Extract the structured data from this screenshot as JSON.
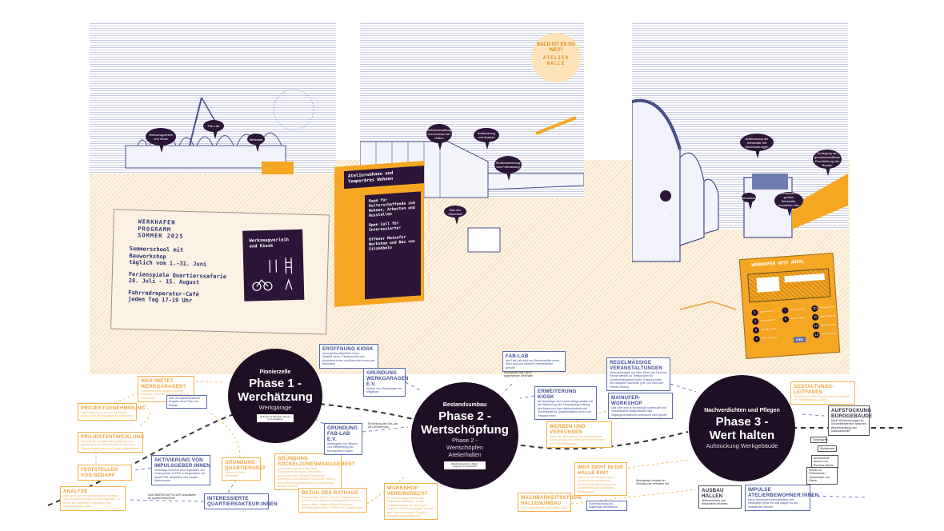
{
  "illustrations": {
    "panel1": {
      "bubbles": [
        "Werkzeugverleih und Kiosk",
        "Fab Lab",
        "Werkstatt"
      ],
      "poster": {
        "heading": [
          "WERKHAFEN",
          "PROGRAMM",
          "SOMMER 2025"
        ],
        "items": [
          "Summerschool mit",
          "Bauworkshop",
          "täglich vom 1.-31. Juni",
          "Ferienspiele Quartierssafarie",
          "28. Juli - 15. August",
          "Fahrradreperatur-Café",
          "jeden Tag 17-19 Uhr"
        ]
      },
      "flyer": {
        "title": "Werkzeugverleih und Kiosk"
      }
    },
    "panel2": {
      "bubbles": [
        "Selbstverwaltung und Ausbau der Hallen",
        "Aufstockung und Ausbau",
        "Straßenbelebung und Fahrradweg",
        "Bau der Sitzmöbel"
      ],
      "balloon": {
        "small": "BALD IST ES SO WEIT!",
        "big": "ATELIER HALLE"
      },
      "sign": {
        "title": "Atelierwohnen und Temporäres Wohnen",
        "lines": [
          "Raum für Kulturschaffende zum Wohnen, Arbeiten und Ausstellen",
          "Open Call für Interessierte!",
          "Offener Mainufer Workshop und Bau von Sitzmöbeln"
        ]
      }
    },
    "panel3": {
      "bubbles": [
        "Aufstockung der Werkhalle mit Wohnnutzungen",
        "Umlegung am gemeinschaftliche Erschließung der Bauten",
        "Wohnküche",
        "Wohnraum im großen Werkhalle, Ausstellen des Fab Labs"
      ],
      "hall_number": "8",
      "map": {
        "title": "WERKHAFEN WEST AREAL",
        "numbers": [
          "1",
          "2",
          "3",
          "4",
          "7",
          "6",
          "10",
          "11",
          "12",
          "13"
        ],
        "free_label": "FREI"
      }
    }
  },
  "phases": [
    {
      "kicker": "Pionierzelle",
      "title": "Phase 1 - Werchätzung",
      "subtitle": "Werkgarage",
      "tag": "Zeitbedarf für Baustelle / Akteure und Formationen"
    },
    {
      "kicker": "Bestandsumbau",
      "title": "Phase 2 - Wertschöpfung",
      "subtitle": "Phase 2 - Wertschöpfen Atelierhallen",
      "tag": "öffentlichkeitsarbeit zu Zielen / Vergaben der Atelierhallen"
    },
    {
      "kicker": "Nachverdichten und Pflegen",
      "title": "Phase 3 - Wert halten",
      "subtitle": "Aufstockung Werkgebäude",
      "tag": ""
    }
  ],
  "boxes": [
    {
      "id": "wer-mietet",
      "variant": "orange",
      "title": "Wer mietet Werkgaragen?",
      "text": "Quartierrat kommuniziert Bedarfe, Anfragen, sammelt Bewerbungen und entscheidet"
    },
    {
      "id": "start-vergabe",
      "variant": "blue small",
      "title": "",
      "text": "Start mit quartiersinternen Vergabe durch Flyer und Plakate"
    },
    {
      "id": "projektgenehmigung",
      "variant": "orange",
      "title": "Projektgenehmigung",
      "text": "Das Projekt wird von den relevanten Ämtern und der Eigentümerin genehmigt"
    },
    {
      "id": "projektentwicklung",
      "variant": "orange",
      "title": "Projektentwicklung",
      "text": "Das Ziel des Projekts wird festgelegt und gemeinsam mit externen Akteur:innen und Trägerschaften wird das Projekt ausgestaltet"
    },
    {
      "id": "feststellen",
      "variant": "orange",
      "title": "Feststellen von Bedarf",
      "text": ""
    },
    {
      "id": "analyse",
      "variant": "orange",
      "title": "Analyse",
      "text": "aufbauend auf der städtebaulichen Analyse und den Anforderungen aus Befragungen, in denen die zukünftige Entwicklung des Quartiers erfasst wird"
    },
    {
      "id": "aktivierung",
      "variant": "blue",
      "title": "Aktivierung von Impulsgeber:innen",
      "text": "Workshop-Sommer wird organisiert von Hochschulen in FFM in Kooperation mit Stadt FFM, Stadtlabor und lokalen Akteur:innen"
    },
    {
      "id": "quartiersrat",
      "variant": "orange",
      "title": "Gründung Quartiersrat",
      "text": "Treffen im Café Werkhafen"
    },
    {
      "id": "akteure",
      "variant": "blue",
      "title": "Interessierte Quartiersakteur:innen",
      "text": ""
    },
    {
      "id": "sockelzone",
      "variant": "orange",
      "title": "Gründung Sockelzonenmanagement",
      "text": "Ausschreibung durch die Stadt, Zusammensetzung aus benannten Expert:innen der Bereiche Wirtschaft, Information und Soziales, Pädagogik, welche durch aktive Nachbarschaft und Quartiersrat beraten werden"
    },
    {
      "id": "rathaus",
      "variant": "orange",
      "title": "Bezug des Rathaus",
      "text": "Frei nutzbarer Raum, der von Privatpersonen, Vereinen und anderen Interessierten reserviert werden kann. Regelmäßiges Programm - gemeinsames offenes Treffen des Quartiersrats"
    },
    {
      "id": "kiosk",
      "variant": "blue",
      "title": "Eröffnung Kiosk",
      "text": "versorgt Berufsschüler:innen, Arbeiter:innen, Fitnessstudio und Anwohner:innen und Besucher:innen des Mainufers"
    },
    {
      "id": "werkgaragen-ev",
      "variant": "blue",
      "title": "Gründung Werkgaragen e.V.",
      "text": "Verleih von Werkzeugen an Mitglieder"
    },
    {
      "id": "fablab-ev",
      "variant": "blue",
      "title": "Gründung Fab-Lab e.V.",
      "text": "Weitergabe von Wissen und Hilfestellung bei technischen Fragen"
    },
    {
      "id": "vereinsrecht",
      "variant": "orange",
      "title": "Workshop Vereinsrecht",
      "text": "Es wird ein allgemeiner Input Workshop organisiert, in dem Grundstrukturen der Satzungen sowie für Vereine vorgestellt werden und Unterstützung bei Fragen in Anspruch genommen wird"
    },
    {
      "id": "fablab",
      "variant": "blue",
      "title": "Fab-Lab",
      "text": "das Fab-Lab wird von Berufsschüler:innen, Start-Ups und anderen Interessierten genutzt"
    },
    {
      "id": "erweiterung-kiosk",
      "variant": "blue",
      "title": "Erweiterung Kiosk",
      "text": "die Nachfrage des Kiosks steigt parallel mit der Aktivierung des Fahrradwegs entlang des Mains und dem Ateliersbetrieb und Schnittstelle für Quartiersakteur:innen und Passant:innen"
    },
    {
      "id": "veranstaltungen",
      "variant": "blue",
      "title": "Regelmäßige Veranstaltungen",
      "text": "Veranstaltungen wie After Work und Fahrrad-Repair werden zu Treffpunkten für Quartiersbewohner:innen. Passant:innen und lapsiede Nutzende (z.B. von Kita oder Fitness-Studio)"
    },
    {
      "id": "mainufer",
      "variant": "blue",
      "title": "Mainufer-Workshop",
      "text": "Das Ufer wird in Workshops untersucht und verschiedene Möglichkeiten das Zugänglichmachens untersucht und erprobt"
    },
    {
      "id": "werben",
      "variant": "orange",
      "title": "Werben und Verkünden",
      "text": "durch die Verbreitung über verschiedenen Kommunikationen erhalten Veranstaltungen eine hohe Reichweite"
    },
    {
      "id": "wer-zieht",
      "variant": "orange",
      "title": "Wer zieht in die Halle ein?",
      "text": "Open Call für Vergabe durch Sockelzonenmanagement, gleichwertige Betrachtung von quantitativen und qualitativen Bewerbungen"
    },
    {
      "id": "machbarkeit",
      "variant": "orange",
      "title": "Machbarkeitsstudie Hallenumbau",
      "text": "Durch Quartiersrat und externe Büro"
    },
    {
      "id": "durchmischung",
      "variant": "blue small",
      "title": "",
      "text": "Durchmischung und langfristige Identifikation"
    },
    {
      "id": "leitfaden",
      "variant": "orange",
      "title": "Gestaltungs-Leitfaden",
      "text": "Richtlinie und Best-Practice für ein belebtes und lebenswertes Quartier"
    },
    {
      "id": "aufstockung",
      "variant": "dark",
      "title": "Aufstockung Bürogebäude",
      "text": "Neue Wohnnutzungen im Schwellenbereich zwischen Wurzelsiedlung und Nachbarschaft"
    },
    {
      "id": "kindergarten",
      "variant": "dark small",
      "title": "",
      "text": "Kindergarten"
    },
    {
      "id": "studierende",
      "variant": "dark small",
      "title": "",
      "text": "Studierende"
    },
    {
      "id": "berufsschule",
      "variant": "dark small",
      "title": "",
      "text": "Berufsschule Werner-von-Siemens-Schule"
    },
    {
      "id": "schule",
      "variant": "dark small",
      "title": "",
      "text": "Schule zur Förderschule / Juniorschule und Gänse"
    },
    {
      "id": "ausbau-hallen",
      "variant": "dark",
      "title": "Ausbau Hallen",
      "text": "Atelierwohnen und temporäres Wohnen"
    },
    {
      "id": "impulse",
      "variant": "blue",
      "title": "Impulse Atelierbewohner:innen",
      "text": "Neue Bewohner:innen gestalten den Werkhafen West mit und prägen so die Gestalt des Viertels"
    }
  ],
  "notes": {
    "nachbarschaftscafe": "NACHBARSCHAFTSCAFÉ Anlaufstelle für Quartiersbewohner",
    "fablab_note": "Einrichtung des Fab-Lab als Lehrwerkstatt",
    "fablab_below": "Umzug des Fab-Lab in angrenzende Werkhalle",
    "werkgarage_note": "Werkgarage verlässt ein Wohnbau am zentralen Hof"
  },
  "colors": {
    "phase_circle": "#1e0f24",
    "orange": "#f3b24a",
    "blue": "#5a6aa8",
    "sign_orange": "#f5a623"
  }
}
